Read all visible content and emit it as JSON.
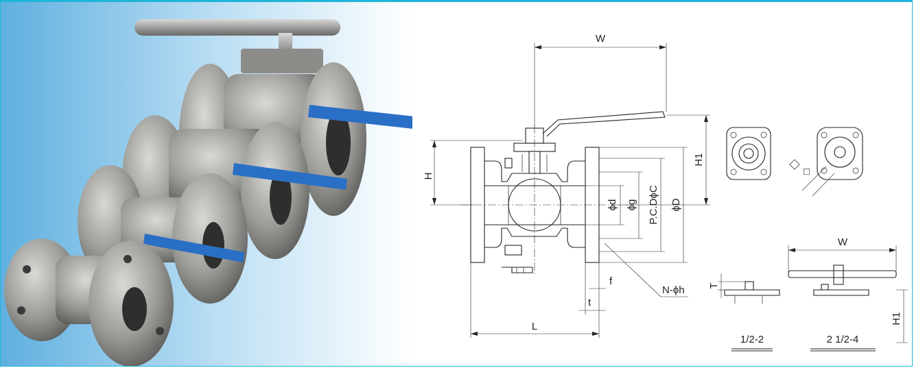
{
  "colors": {
    "frame": "#1fb5d9",
    "lever": "#2a6fc6",
    "steel": "#9a9a96",
    "gradient_start": "#5fb0e0"
  },
  "photo": {
    "subject": "stainless-steel-flanged-ball-valves"
  },
  "dimensions": {
    "W": "W",
    "H": "H",
    "H1": "H1",
    "d": "ϕd",
    "g": "ϕg",
    "pcd": "P.C.DϕC",
    "D": "ϕD",
    "f": "f",
    "t": "t",
    "Nh": "N-ϕh",
    "L": "L",
    "T": "T",
    "W2": "W",
    "H1b": "H1"
  },
  "sizes": {
    "small": "1/2-2",
    "large": "2 1/2-4"
  }
}
